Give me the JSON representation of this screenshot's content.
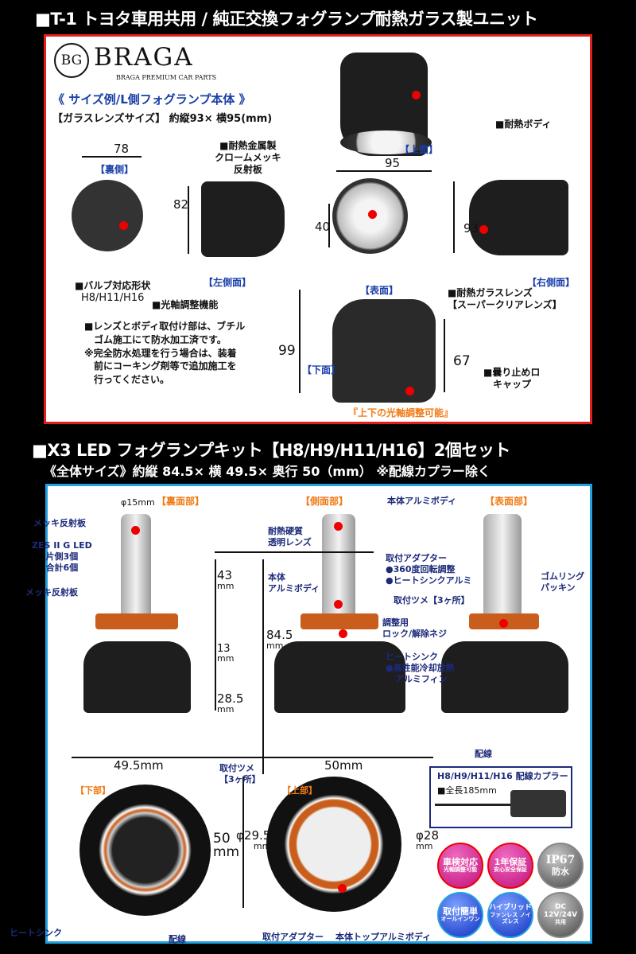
{
  "section1": {
    "title": "■T-1 トヨタ車用共用 / 純正交換フォグランプ耐熱ガラス製ユニット",
    "logo": {
      "monogram": "BG",
      "brand": "BRAGA",
      "tagline": "BRAGA PREMIUM CAR PARTS"
    },
    "heading": "《 サイズ例/L側フォグランプ本体 》",
    "lens_size": "【ガラスレンズサイズ】 約縦93× 横95(mm)",
    "views": {
      "back": "【裏側】",
      "left": "【左側面】",
      "front": "【表面】",
      "right": "【右側面】",
      "top": "【上面】",
      "bottom": "【下面】"
    },
    "dims": {
      "w_back": "78",
      "h_back": "82",
      "w_front": "95",
      "h_front": "93",
      "inner": "40",
      "h_bottom": "99",
      "h_cap": "67"
    },
    "labels": {
      "body": "■耐熱ボディ",
      "reflector": [
        "■耐熱金属製",
        "クロームメッキ",
        "反射板"
      ],
      "bulb_type": [
        "■バルブ対応形状",
        "H8/H11/H16"
      ],
      "axis": "■光軸調整機能",
      "glass": [
        "■耐熱ガラスレンズ",
        "【スーパークリアレンズ】"
      ],
      "note": [
        "■レンズとボディ取付け部は、ブチル",
        "ゴム施工にて防水加工済です。",
        "※完全防水処理を行う場合は、装着",
        "前にコーキング剤等で追加施工を",
        "行ってください。"
      ],
      "cap": [
        "■曇り止めロ",
        "キャップ"
      ],
      "adjust": "『上下の光軸調整可能』"
    }
  },
  "section2": {
    "title": "■X3 LED フォグランプキット【H8/H9/H11/H16】2個セット",
    "subtitle": "《全体サイズ》約縦 84.5× 横 49.5× 奥行 50（mm） ※配線カプラー除く",
    "views": {
      "back": "【裏面部】",
      "side": "【側面部】",
      "front": "【表面部】",
      "bottom": "【下部】",
      "top": "【上部】"
    },
    "dims": {
      "phi15": "φ15mm",
      "d43": "43",
      "d13": "13",
      "d28_5": "28.5",
      "d84_5": "84.5",
      "mm": "mm",
      "w49_5": "49.5mm",
      "w50": "50mm",
      "h50": "50",
      "phi29_5": "φ29.5",
      "phi28": "φ28"
    },
    "labels": {
      "reflector1": "メッキ反射板",
      "led": [
        "ZES II G LED",
        "片側3個",
        "合計6個"
      ],
      "reflector2": "メッキ反射板",
      "alu_body": "本体アルミボディ",
      "lens": [
        "耐熱硬質",
        "透明レンズ"
      ],
      "body": [
        "本体",
        "アルミボディ"
      ],
      "adapter": [
        "取付アダプター",
        "●360度回転調整",
        "●ヒートシンクアルミ"
      ],
      "claws": "取付ツメ【3ヶ所】",
      "screw": [
        "調整用",
        "ロック/解除ネジ"
      ],
      "heatsink": [
        "ヒートシンク",
        "●高性能冷却放熱",
        "アルミフィン"
      ],
      "rubber": [
        "ゴムリング",
        "パッキン"
      ],
      "wire": "配線",
      "claws2": [
        "取付ツメ",
        "【3ヶ所】"
      ],
      "heatsink2": "ヒートシンク",
      "wire2": "配線",
      "adapter2": "取付アダプター",
      "top_body": "本体トップアルミボディ"
    },
    "coupler": {
      "title": "H8/H9/H11/H16 配線カプラー",
      "length": "■全長185mm"
    },
    "badges": [
      {
        "main": "車検対応",
        "sub": "光軸調整可能",
        "color": "#d01a8a"
      },
      {
        "main": "1年保証",
        "sub": "安心安全保証",
        "color": "#d01a8a"
      },
      {
        "main": "IP67",
        "sub": "防水",
        "color": "#555555"
      },
      {
        "main": "取付簡単",
        "sub": "オールインワン",
        "color": "#2040d0"
      },
      {
        "main": "ハイブリッド",
        "sub": "ファンレス ノイズレス",
        "color": "#2040d0"
      },
      {
        "main": "DC 12V/24V",
        "sub": "共用",
        "color": "#555555"
      }
    ]
  }
}
